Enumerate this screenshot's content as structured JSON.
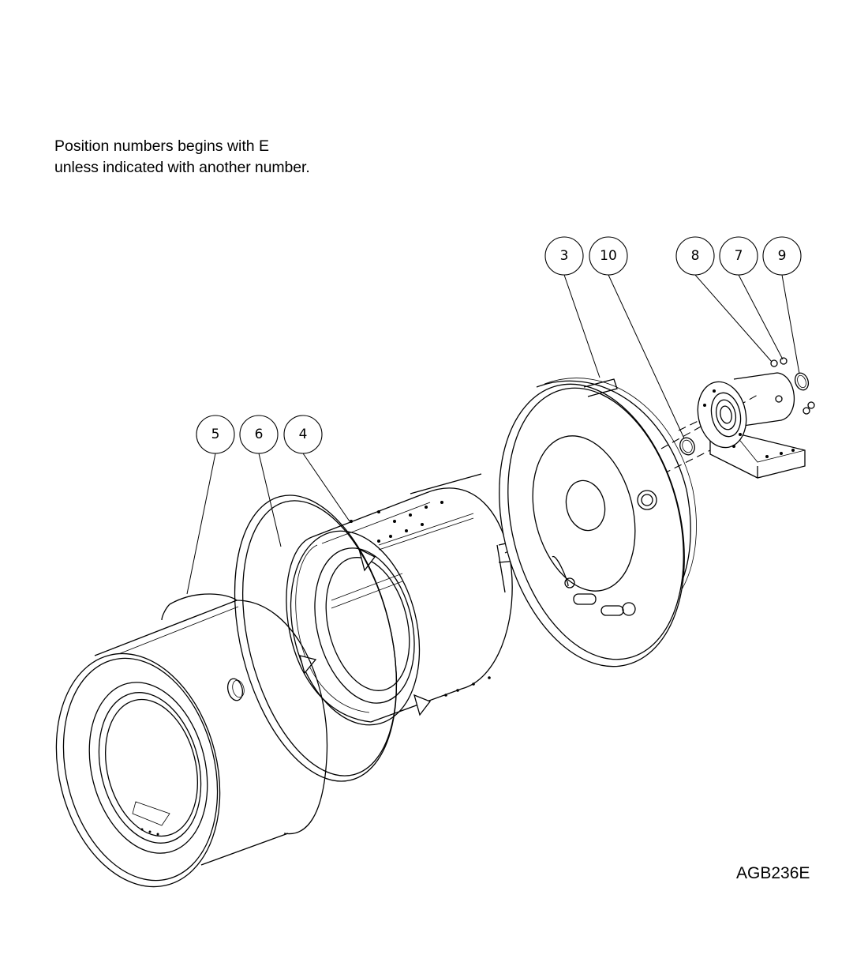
{
  "note": {
    "line1": "Position numbers begins with E",
    "line2": "unless indicated with another number."
  },
  "drawing_code": "AGB236E",
  "balloons": [
    "3",
    "10",
    "8",
    "7",
    "9",
    "5",
    "6",
    "4"
  ]
}
